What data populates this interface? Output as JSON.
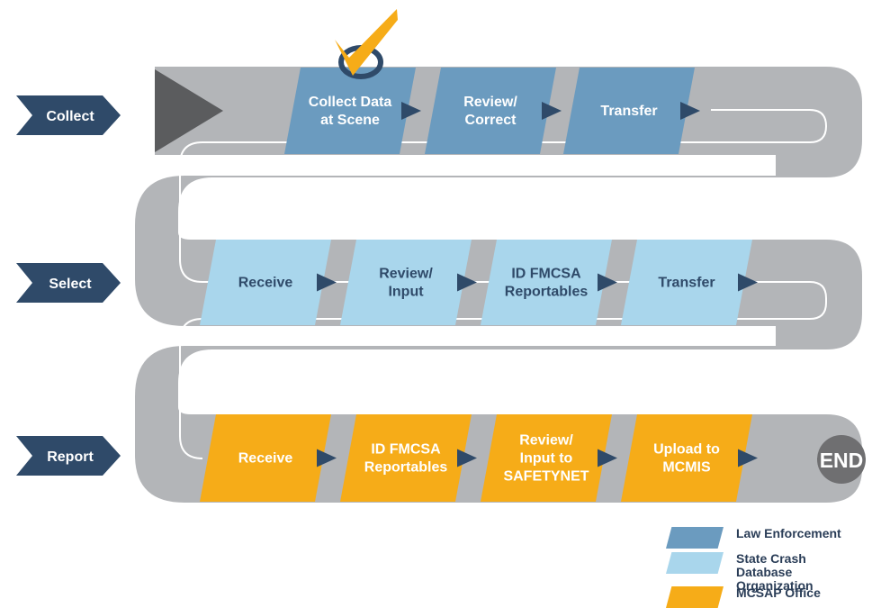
{
  "stages": [
    {
      "label": "Collect"
    },
    {
      "label": "Select"
    },
    {
      "label": "Report"
    }
  ],
  "rows": [
    {
      "steps": [
        {
          "lines": [
            "Collect Data",
            "at Scene"
          ]
        },
        {
          "lines": [
            "Review/",
            "Correct"
          ]
        },
        {
          "lines": [
            "Transfer"
          ]
        }
      ]
    },
    {
      "steps": [
        {
          "lines": [
            "Receive"
          ]
        },
        {
          "lines": [
            "Review/",
            "Input"
          ]
        },
        {
          "lines": [
            "ID FMCSA",
            "Reportables"
          ]
        },
        {
          "lines": [
            "Transfer"
          ]
        }
      ]
    },
    {
      "steps": [
        {
          "lines": [
            "Receive"
          ]
        },
        {
          "lines": [
            "ID FMCSA",
            "Reportables"
          ]
        },
        {
          "lines": [
            "Review/",
            "Input to",
            "SAFETYNET"
          ]
        },
        {
          "lines": [
            "Upload to",
            "MCMIS"
          ]
        }
      ]
    }
  ],
  "end_label": "END",
  "legend": [
    {
      "lines": [
        "Law Enforcement"
      ],
      "color": "#6b9bbf"
    },
    {
      "lines": [
        "State Crash",
        "Database Organization"
      ],
      "color": "#a9d6ec"
    },
    {
      "lines": [
        "MCSAP Office"
      ],
      "color": "#f6ac18"
    }
  ],
  "colors": {
    "road": "#b3b5b8",
    "road_line": "#ffffff",
    "stage_tag": "#2f4a69",
    "arrow": "#2f4a69",
    "law_enforcement": "#6b9bbf",
    "state_crash": "#a9d6ec",
    "mcsap": "#f6ac18",
    "end_circle": "#6f6f71",
    "start_triangle": "#5b5c5e",
    "check": "#f6ac18"
  },
  "icons": [
    "checkmark-icon",
    "start-triangle-icon",
    "arrow-icon"
  ]
}
